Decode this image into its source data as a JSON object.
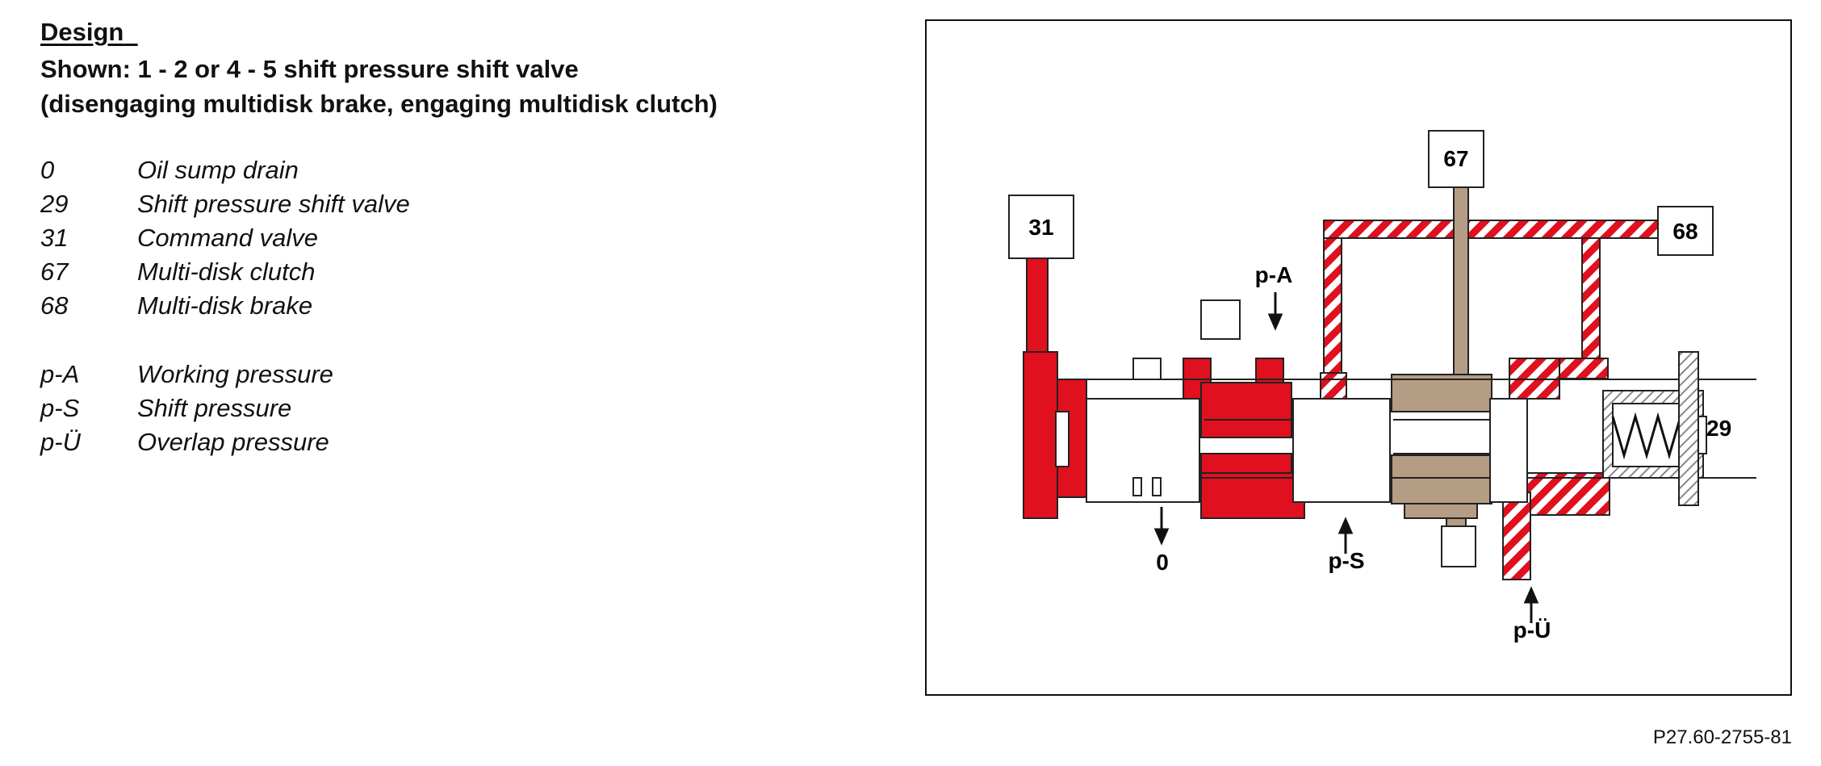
{
  "heading": "Design",
  "subtitle_lines": [
    "Shown: 1 - 2 or 4 - 5 shift pressure shift valve",
    "(disengaging multidisk brake, engaging multidisk clutch)"
  ],
  "legend_components": [
    {
      "code": "0",
      "text": "Oil sump drain"
    },
    {
      "code": "29",
      "text": "Shift pressure shift valve"
    },
    {
      "code": "31",
      "text": "Command valve"
    },
    {
      "code": "67",
      "text": "Multi-disk clutch"
    },
    {
      "code": "68",
      "text": "Multi-disk brake"
    }
  ],
  "legend_pressures": [
    {
      "code": "p-A",
      "text": "Working pressure"
    },
    {
      "code": "p-S",
      "text": "Shift pressure"
    },
    {
      "code": "p-Ü",
      "text": "Overlap pressure"
    }
  ],
  "diagram": {
    "box_31": "31",
    "box_67": "67",
    "box_68": "68",
    "label_29": "29",
    "label_pA": "p-A",
    "label_pS": "p-S",
    "label_pU": "p-Ü",
    "label_0": "0",
    "colors": {
      "working_pressure_red": "#e0101e",
      "tan": "#b59c84",
      "stroke": "#222222",
      "gray_hatch": "#888888"
    }
  },
  "figure_ref": "P27.60-2755-81"
}
